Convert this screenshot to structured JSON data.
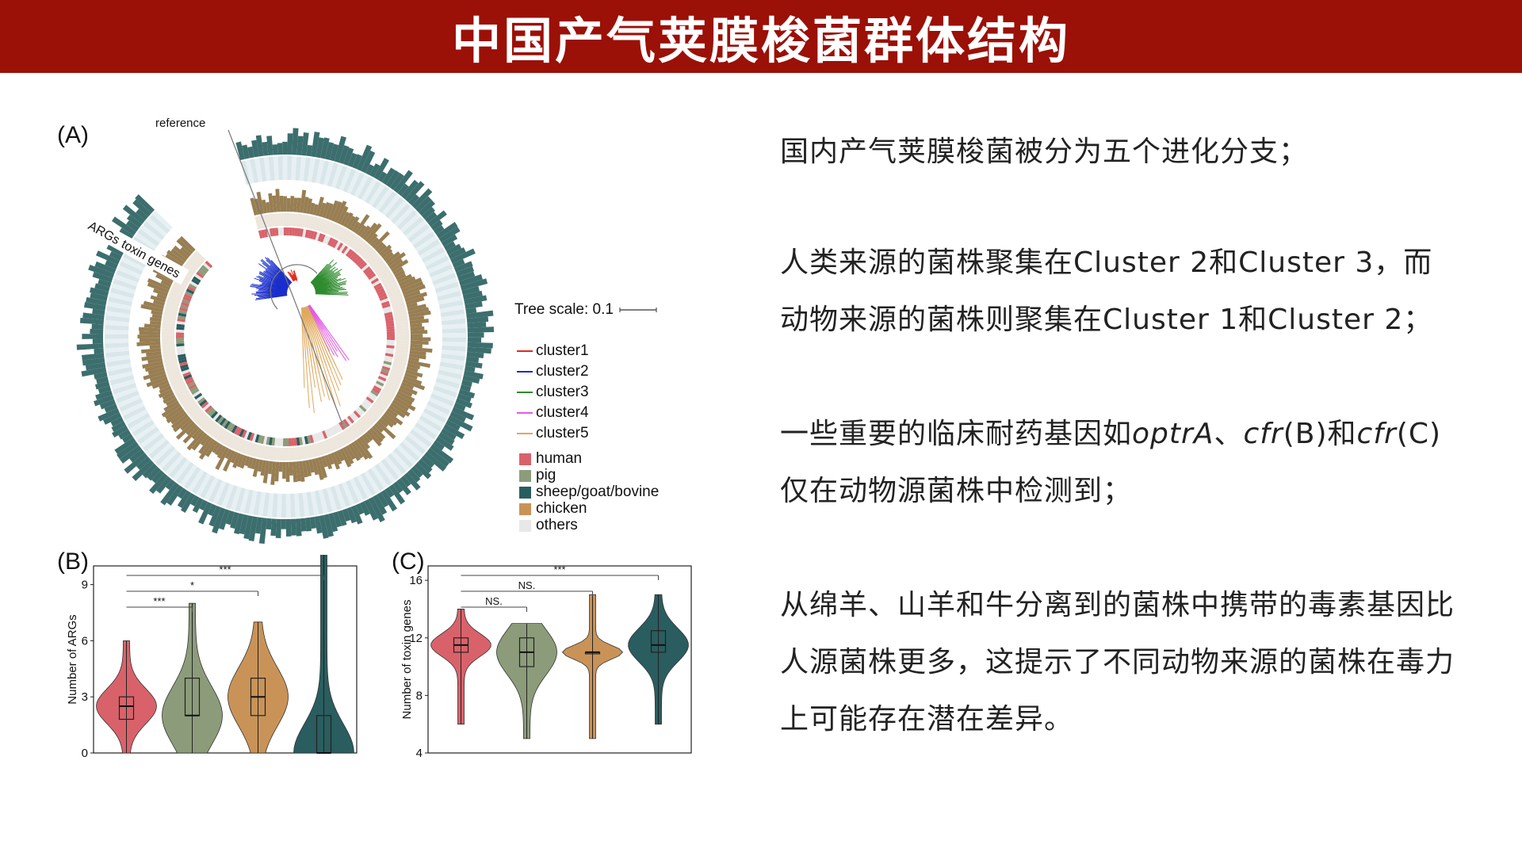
{
  "title": "中国产气荚膜梭菌群体结构",
  "panel_a": {
    "label": "(A)",
    "reference_label": "reference",
    "ring_labels": {
      "args": "ARGs",
      "toxin": "toxin genes"
    },
    "tree_scale": "Tree scale: 0.1",
    "clusters": [
      {
        "name": "cluster1",
        "color": "#e02a1d"
      },
      {
        "name": "cluster2",
        "color": "#1a2ecc"
      },
      {
        "name": "cluster3",
        "color": "#2e8b2e"
      },
      {
        "name": "cluster4",
        "color": "#e35ae3"
      },
      {
        "name": "cluster5",
        "color": "#e0a85b"
      }
    ],
    "hosts": [
      {
        "name": "human",
        "color": "#d9626a"
      },
      {
        "name": "pig",
        "color": "#8c9c7a"
      },
      {
        "name": "sheep/goat/bovine",
        "color": "#2a5d5f"
      },
      {
        "name": "chicken",
        "color": "#c99358"
      },
      {
        "name": "others",
        "color": "#e8e8e8"
      }
    ]
  },
  "panel_b": {
    "label": "(B)",
    "ylabel": "Number of ARGs",
    "yticks": [
      "0",
      "3",
      "6",
      "9"
    ],
    "significance": [
      "***",
      "*",
      "***"
    ]
  },
  "panel_c": {
    "label": "(C)",
    "ylabel": "Number of toxin genes",
    "yticks": [
      "4",
      "8",
      "12",
      "16"
    ],
    "significance": [
      "NS.",
      "NS.",
      "***"
    ]
  },
  "paragraphs": {
    "p1": "国内产气荚膜梭菌被分为五个进化分支；",
    "p2": "人类来源的菌株聚集在Cluster 2和Cluster 3，而动物来源的菌株则聚集在Cluster 1和Cluster 2；",
    "p3_a": "一些重要的临床耐药基因如",
    "p3_gene1": "optrA",
    "p3_b": "、",
    "p3_gene2": "cfr",
    "p3_c": "(B)和",
    "p3_gene3": "cfr",
    "p3_d": "(C)仅在动物源菌株中检测到；",
    "p4": "从绵羊、山羊和牛分离到的菌株中携带的毒素基因比人源菌株更多，这提示了不同动物来源的菌株在毒力上可能存在潜在差异。"
  },
  "chart_data": [
    {
      "type": "violin",
      "ylabel": "Number of ARGs",
      "ylim": [
        0,
        10
      ],
      "yticks": [
        0,
        3,
        6,
        9
      ],
      "groups": [
        {
          "host": "human",
          "color": "#d9626a",
          "median": 2.5,
          "q1": 1.8,
          "q3": 3.0,
          "min": 0,
          "max": 6
        },
        {
          "host": "pig",
          "color": "#8c9c7a",
          "median": 2.0,
          "q1": 2.0,
          "q3": 4.0,
          "min": 0,
          "max": 8
        },
        {
          "host": "chicken",
          "color": "#c99358",
          "median": 3.0,
          "q1": 2.0,
          "q3": 4.0,
          "min": 0,
          "max": 7
        },
        {
          "host": "sheep/goat/bovine",
          "color": "#2a5d5f",
          "median": 0.0,
          "q1": 0.0,
          "q3": 2.0,
          "min": 0,
          "max": 11
        }
      ],
      "significance": [
        {
          "from": 0,
          "to": 1,
          "label": "***"
        },
        {
          "from": 0,
          "to": 2,
          "label": "*"
        },
        {
          "from": 0,
          "to": 3,
          "label": "***"
        }
      ]
    },
    {
      "type": "violin",
      "ylabel": "Number of toxin genes",
      "ylim": [
        4,
        17
      ],
      "yticks": [
        4,
        8,
        12,
        16
      ],
      "groups": [
        {
          "host": "human",
          "color": "#d9626a",
          "median": 11.5,
          "q1": 11.0,
          "q3": 12.0,
          "min": 6,
          "max": 14
        },
        {
          "host": "pig",
          "color": "#8c9c7a",
          "median": 11.0,
          "q1": 10.0,
          "q3": 12.0,
          "min": 5,
          "max": 13
        },
        {
          "host": "chicken",
          "color": "#c99358",
          "median": 11.0,
          "q1": 11.0,
          "q3": 11.0,
          "min": 5,
          "max": 15
        },
        {
          "host": "sheep/goat/bovine",
          "color": "#2a5d5f",
          "median": 11.5,
          "q1": 11.0,
          "q3": 12.5,
          "min": 6,
          "max": 15
        }
      ],
      "significance": [
        {
          "from": 0,
          "to": 1,
          "label": "NS."
        },
        {
          "from": 0,
          "to": 2,
          "label": "NS."
        },
        {
          "from": 0,
          "to": 3,
          "label": "***"
        }
      ]
    }
  ]
}
